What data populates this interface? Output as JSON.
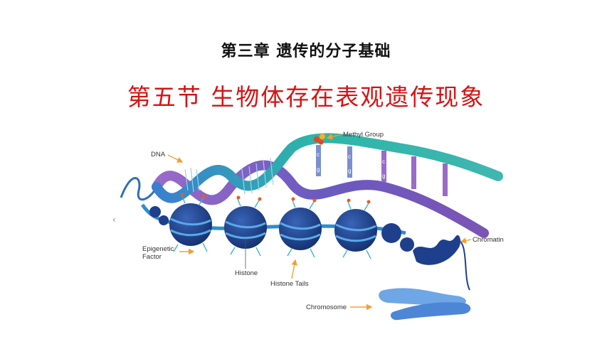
{
  "header": {
    "chapter_title": "第三章  遗传的分子基础",
    "section_title": "第五节  生物体存在表观遗传现象"
  },
  "figure": {
    "labels": {
      "dna": "DNA",
      "methyl_group": "Methyl Group",
      "epigenetic_factor_line1": "Epigenetic",
      "epigenetic_factor_line2": "Factor",
      "histone": "Histone",
      "histone_tails": "Histone Tails",
      "chromatin": "Chromatin",
      "chromosome": "Chromosome"
    },
    "base_letters": [
      "c",
      "g",
      "c",
      "g",
      "c",
      "g"
    ]
  },
  "colors": {
    "section_red": "#d41414",
    "dna_teal": "#2cb5a8",
    "dna_purple": "#7a55b5",
    "histone_navy": "#1e3f8c",
    "label_arrow": "#f0a030",
    "methyl_dot": "#f04020"
  },
  "nav": {
    "prev_icon": "‹"
  }
}
